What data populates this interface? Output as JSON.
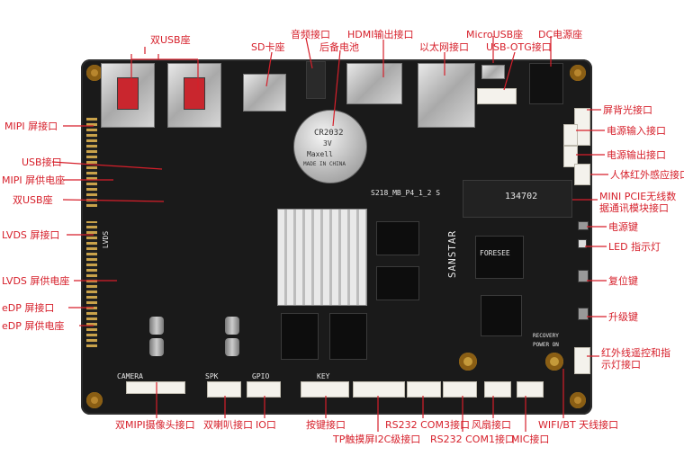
{
  "labels": {
    "dual_usb_top": "双USB座",
    "sd_card": "SD卡座",
    "audio": "音频接口",
    "battery": "后备电池",
    "hdmi": "HDMI输出接口",
    "ethernet": "以太网接口",
    "microusb": "MicroUSB座",
    "usb_otg": "USB-OTG接口",
    "dc_power": "DC电源座",
    "mipi_screen": "MIPI 屏接口",
    "usb_port": "USB接口",
    "mipi_power": "MIPI 屏供电座",
    "dual_usb_left": "双USB座",
    "lvds_screen": "LVDS 屏接口",
    "lvds_power": "LVDS 屏供电座",
    "edp_screen": "eDP 屏接口",
    "edp_power": "eDP 屏供电座",
    "backlight": "屏背光接口",
    "power_in": "电源输入接口",
    "power_out": "电源输出接口",
    "pir": "人体红外感应接口",
    "minipcie": "MINI PCIE无线数据通讯模块接口",
    "power_key": "电源键",
    "led": "LED 指示灯",
    "reset_key": "复位键",
    "upgrade_key": "升级键",
    "ir_remote": "红外线遥控和指示灯接口",
    "dual_camera": "双MIPI摄像头接口",
    "speaker": "双喇叭接口",
    "io": "IO口",
    "key_port": "按键接口",
    "tp_i2c": "TP触摸屏I2C级接口",
    "rs232_com3": "RS232 COM3接口",
    "rs232_com1": "RS232 COM1接口",
    "fan": "风扇接口",
    "mic": "MIC接口",
    "wifi_bt": "WIFI/BT 天线接口"
  },
  "silkscreen": {
    "board_id": "S218_MB_P4_1_2 S",
    "brand": "SANSTAR",
    "battery_model": "CR2032",
    "battery_volt": "3V",
    "battery_maker": "Maxell",
    "battery_origin": "MADE IN CHINA",
    "lvds": "LVDS",
    "camera": "CAMERA",
    "spk": "SPK",
    "gpio": "GPIO",
    "key": "KEY",
    "power_on": "POWER ON",
    "recovery": "RECOVERY",
    "foresee": "FORESEE",
    "minipcie_chip": "134702"
  },
  "colors": {
    "label": "#d61f2a",
    "board": "#1a1a1a",
    "leader_line": "#d61f2a"
  }
}
